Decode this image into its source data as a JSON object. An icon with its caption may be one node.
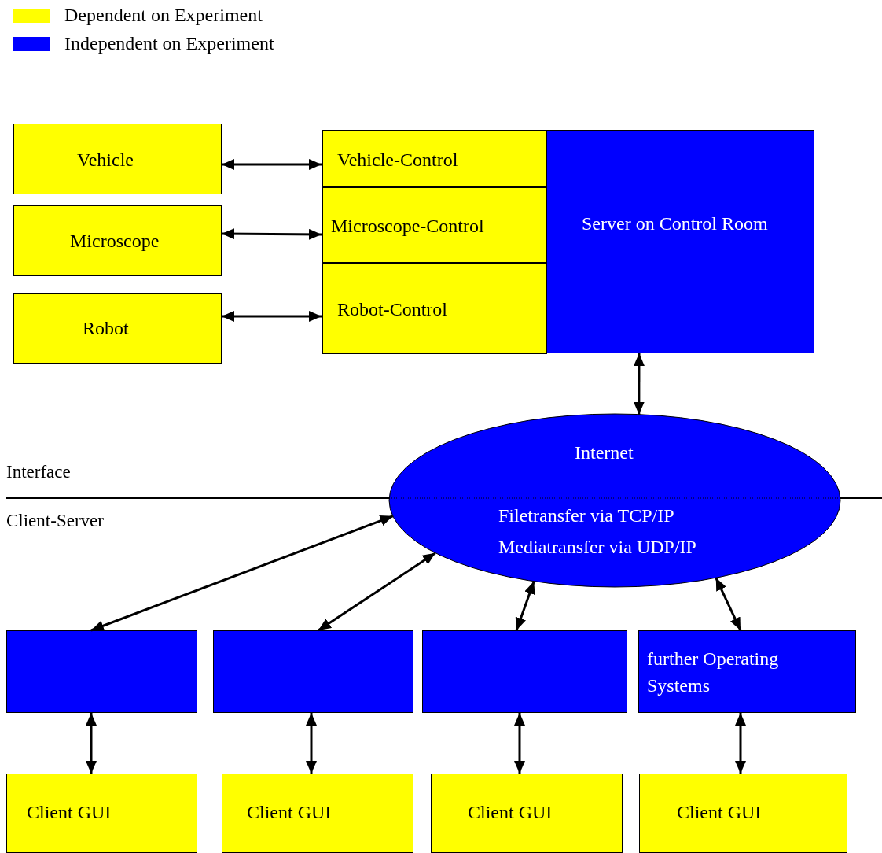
{
  "diagram": {
    "nodes": [
      {
        "text": [
          "Vehicle"
        ]
      },
      {
        "text": [
          "Microscope"
        ]
      },
      {
        "text": [
          "Robot"
        ]
      },
      {
        "text": [
          "Server on Control Room"
        ]
      },
      {
        "text": [
          "Vehicle-Control"
        ],
        "in": 3
      },
      {
        "text": [
          "Microscope-Control"
        ],
        "in": 3
      },
      {
        "text": [
          "Robot-Control"
        ],
        "in": 3
      },
      {
        "text": [
          "Internet",
          "Filetransfer via TCP/IP",
          "Mediatransfer via UDP/IP"
        ]
      },
      {
        "text": [],
        "shape": "box"
      },
      {
        "text": [],
        "shape": "box"
      },
      {
        "text": [],
        "shape": "box"
      },
      {
        "text": [
          "further Operating Systems"
        ]
      },
      {
        "text": [
          "Client GUI"
        ]
      },
      {
        "text": [
          "Client GUI"
        ]
      },
      {
        "text": [
          "Client GUI"
        ]
      },
      {
        "text": [
          "Client GUI"
        ]
      }
    ],
    "edges": [
      {
        "from": 0,
        "to": 4,
        "arrow": "both"
      },
      {
        "from": 1,
        "to": 5,
        "arrow": "both"
      },
      {
        "from": 2,
        "to": 6,
        "arrow": "both"
      },
      {
        "from": 3,
        "to": 7,
        "arrow": "both"
      },
      {
        "from": 7,
        "to": 8,
        "arrow": "both"
      },
      {
        "from": 7,
        "to": 9,
        "arrow": "both"
      },
      {
        "from": 7,
        "to": 10,
        "arrow": "both"
      },
      {
        "from": 7,
        "to": 11,
        "arrow": "both"
      },
      {
        "from": 8,
        "to": 12,
        "arrow": "both"
      },
      {
        "from": 9,
        "to": 13,
        "arrow": "both"
      },
      {
        "from": 10,
        "to": 14,
        "arrow": "both"
      },
      {
        "from": 11,
        "to": 15,
        "arrow": "both"
      }
    ],
    "labels": [
      "Interface",
      "Client-Server"
    ],
    "legend": [
      {
        "text": "Dependent on Experiment",
        "color": "#ffff00"
      },
      {
        "text": "Independent on Experiment",
        "color": "#0000ff"
      }
    ]
  }
}
